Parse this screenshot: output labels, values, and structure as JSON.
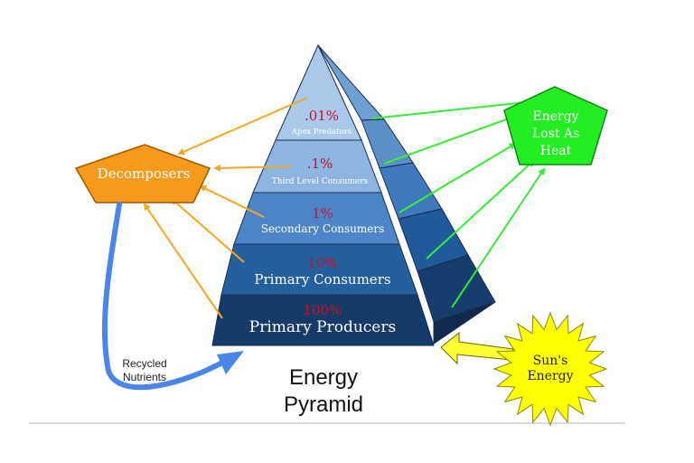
{
  "diagram": {
    "title_line1": "Energy",
    "title_line2": "Pyramid",
    "levels": [
      {
        "percent": ".01%",
        "label": "Apex Predators"
      },
      {
        "percent": ".1%",
        "label": "Third Level Consumers"
      },
      {
        "percent": "1%",
        "label": "Secondary Consumers"
      },
      {
        "percent": "10%",
        "label": "Primary Consumers"
      },
      {
        "percent": "100%",
        "label": "Primary Producers"
      }
    ],
    "decomposers": "Decomposers",
    "heat_line1": "Energy",
    "heat_line2": "Lost As",
    "heat_line3": "Heat",
    "sun_line1": "Sun's",
    "sun_line2": "Energy",
    "recycled_line1": "Recycled",
    "recycled_line2": "Nutrients",
    "colors": {
      "percent_text": "#d01020",
      "decomposers_fill": "#f79a1c",
      "heat_fill": "#22ee22",
      "sun_fill": "#ffff00",
      "orange_arrow": "#f5a623",
      "green_arrow": "#33ee33",
      "blue_arrow": "#4a86e8"
    }
  }
}
